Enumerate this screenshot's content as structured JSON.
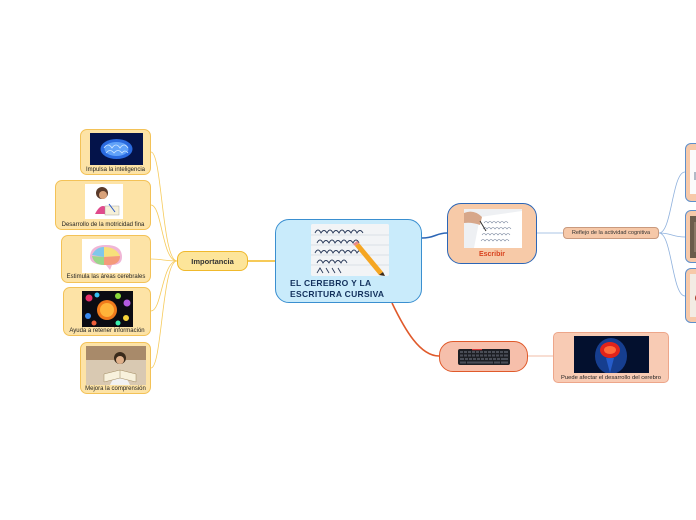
{
  "central": {
    "title": "EL CEREBRO Y LA ESCRITURA CURSIVA"
  },
  "importancia": {
    "label": "Importancia",
    "items": [
      {
        "label": "Impulsa la inteligencia",
        "icon": "glowing-brain-image"
      },
      {
        "label": "Desarrollo de la motricidad fina",
        "icon": "child-writing-image"
      },
      {
        "label": "Estimula las áreas cerebrales",
        "icon": "colorful-brain-image"
      },
      {
        "label": "Ayuda a retener información",
        "icon": "brain-orbs-image"
      },
      {
        "label": "Mejora la comprensión",
        "icon": "child-reading-image"
      }
    ]
  },
  "escribir": {
    "label": "Escribir",
    "icon": "handwriting-image",
    "child": {
      "label": "Reflejo de la actividad cognitiva"
    }
  },
  "keyboard": {
    "icon": "keyboard-image",
    "child": {
      "label": "Puede afectar el desarrollo del cerebro",
      "icon": "brain-xray-image"
    }
  },
  "colors": {
    "central_fill": "#c9ebfb",
    "central_border": "#3a8fd0",
    "importancia_line": "#f4b820",
    "escribir_line": "#2c66b6",
    "keyboard_line": "#e05a2b"
  }
}
